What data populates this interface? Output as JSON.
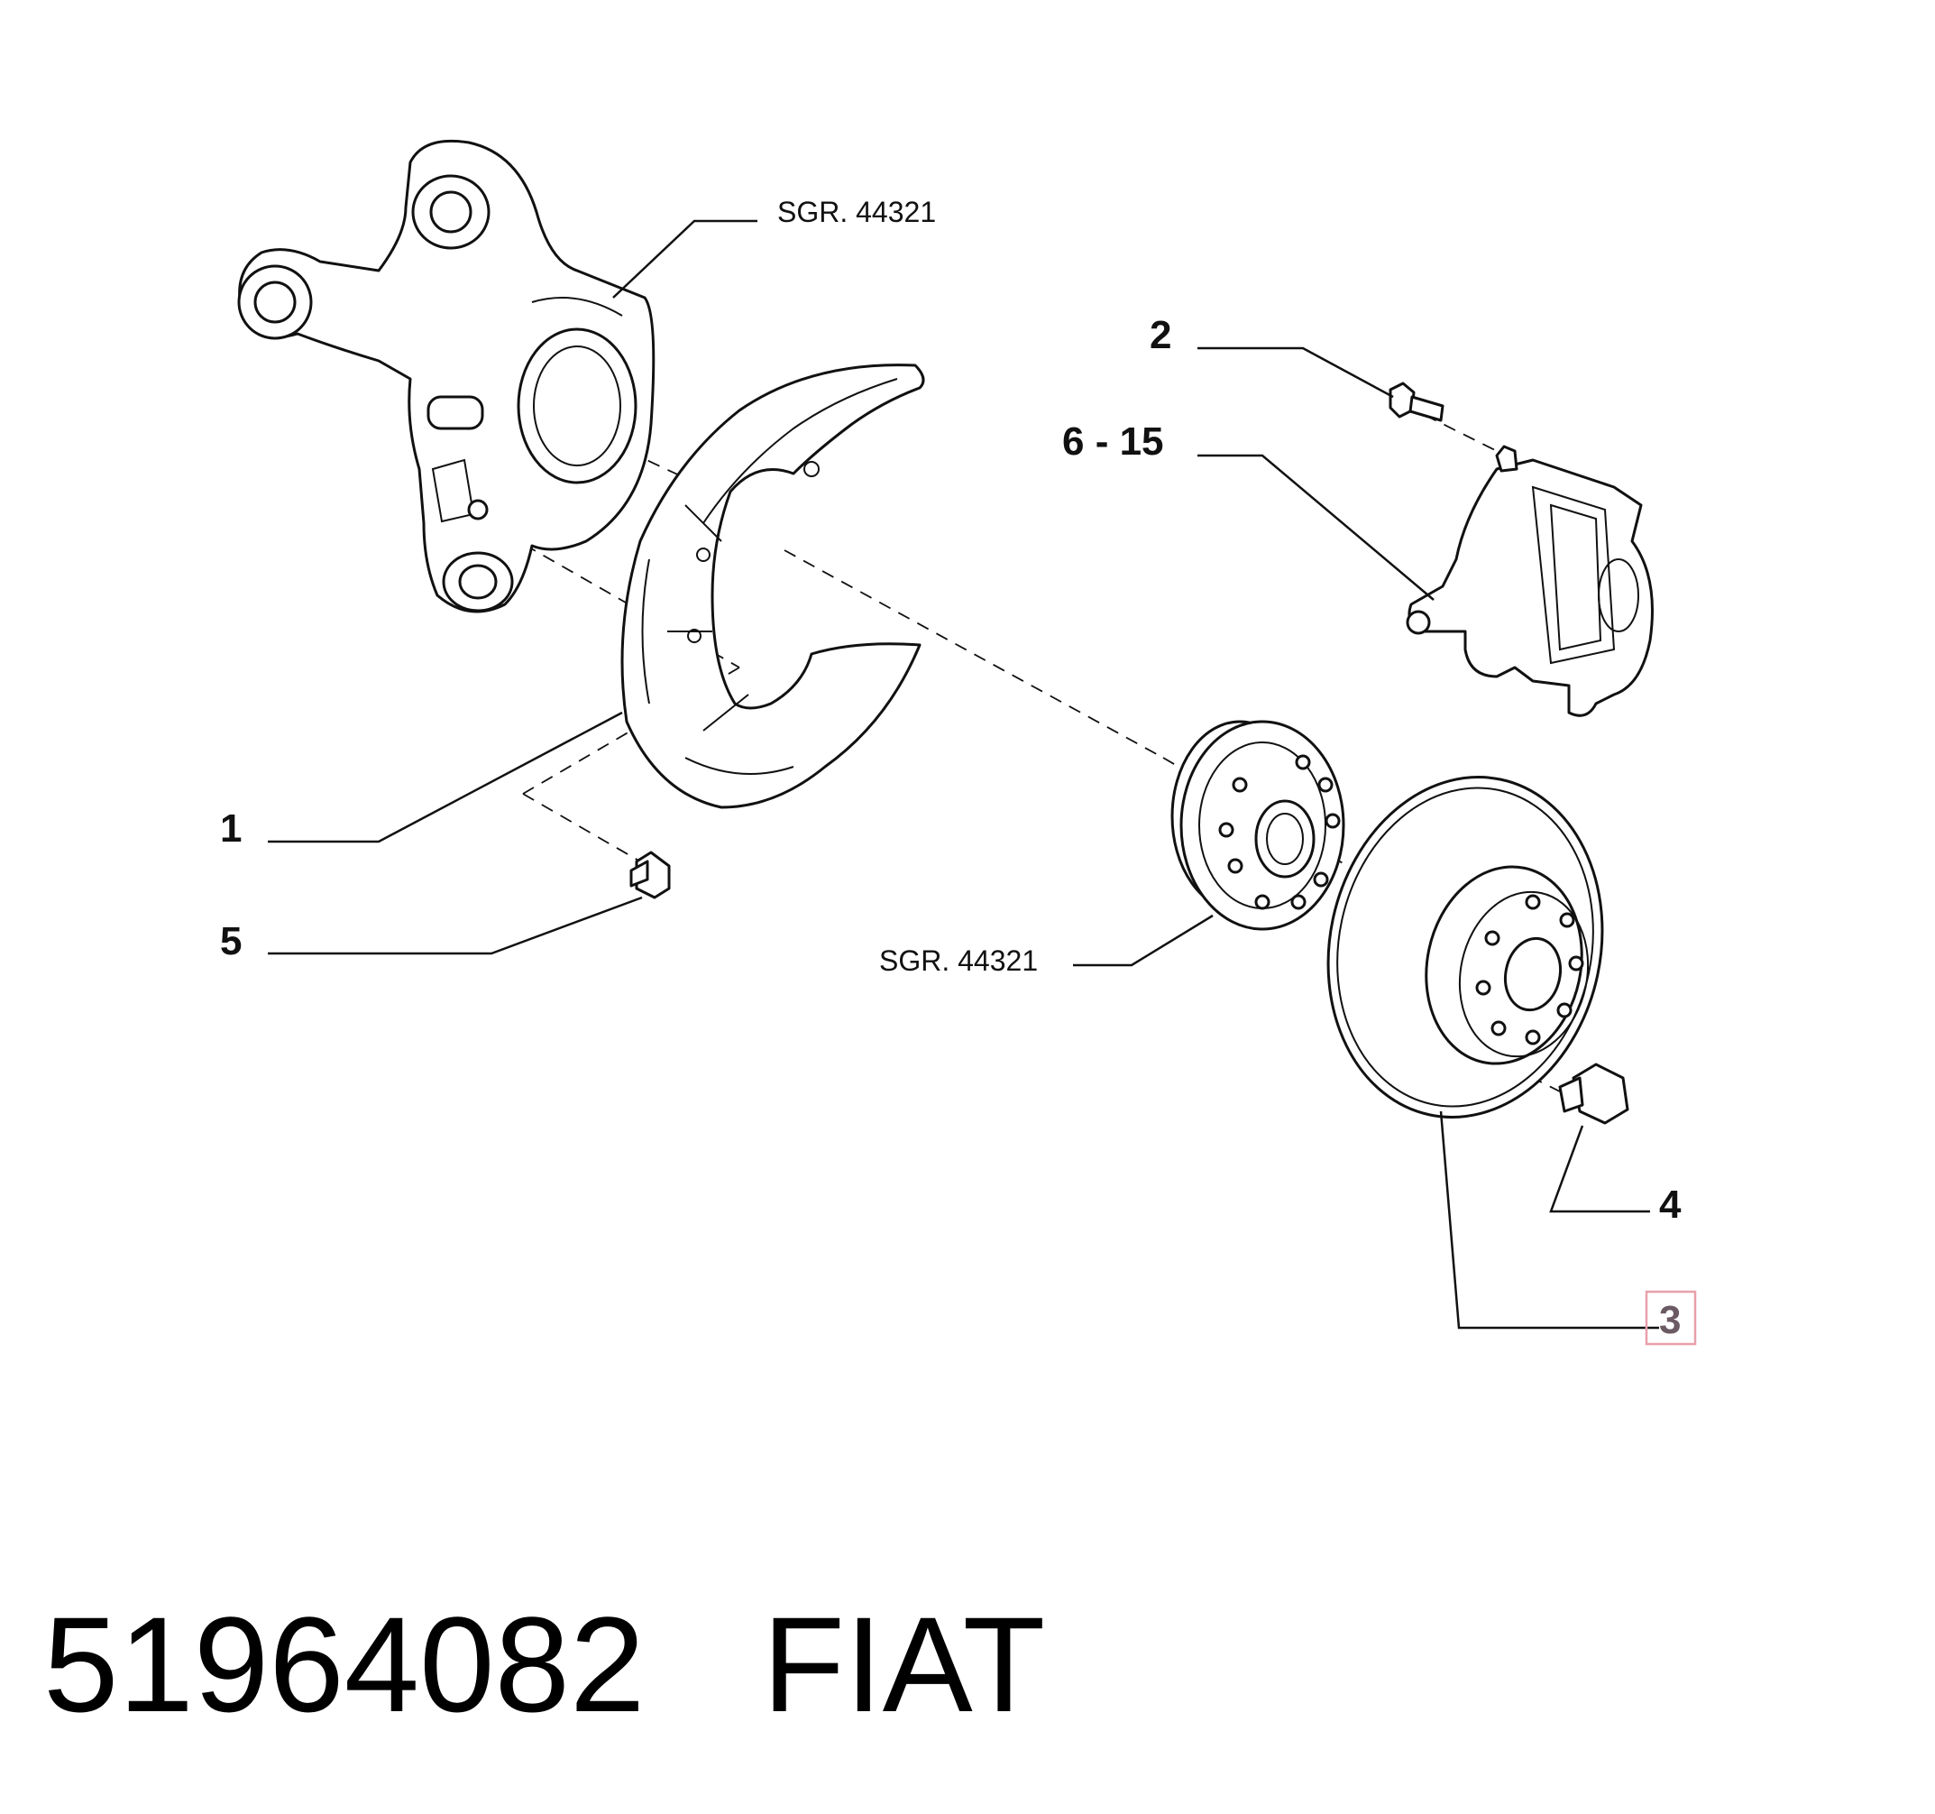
{
  "callouts": {
    "sgr_top": "SGR. 44321",
    "sgr_hub": "SGR. 44321",
    "c1": "1",
    "c2": "2",
    "c3": "3",
    "c4": "4",
    "c5": "5",
    "c6_15": "6 - 15"
  },
  "footer": {
    "part_number": "51964082",
    "brand": "FIAT"
  },
  "colors": {
    "highlight_box": "#e8a0aa",
    "highlight_text": "#6b5a64",
    "line": "#111111"
  }
}
